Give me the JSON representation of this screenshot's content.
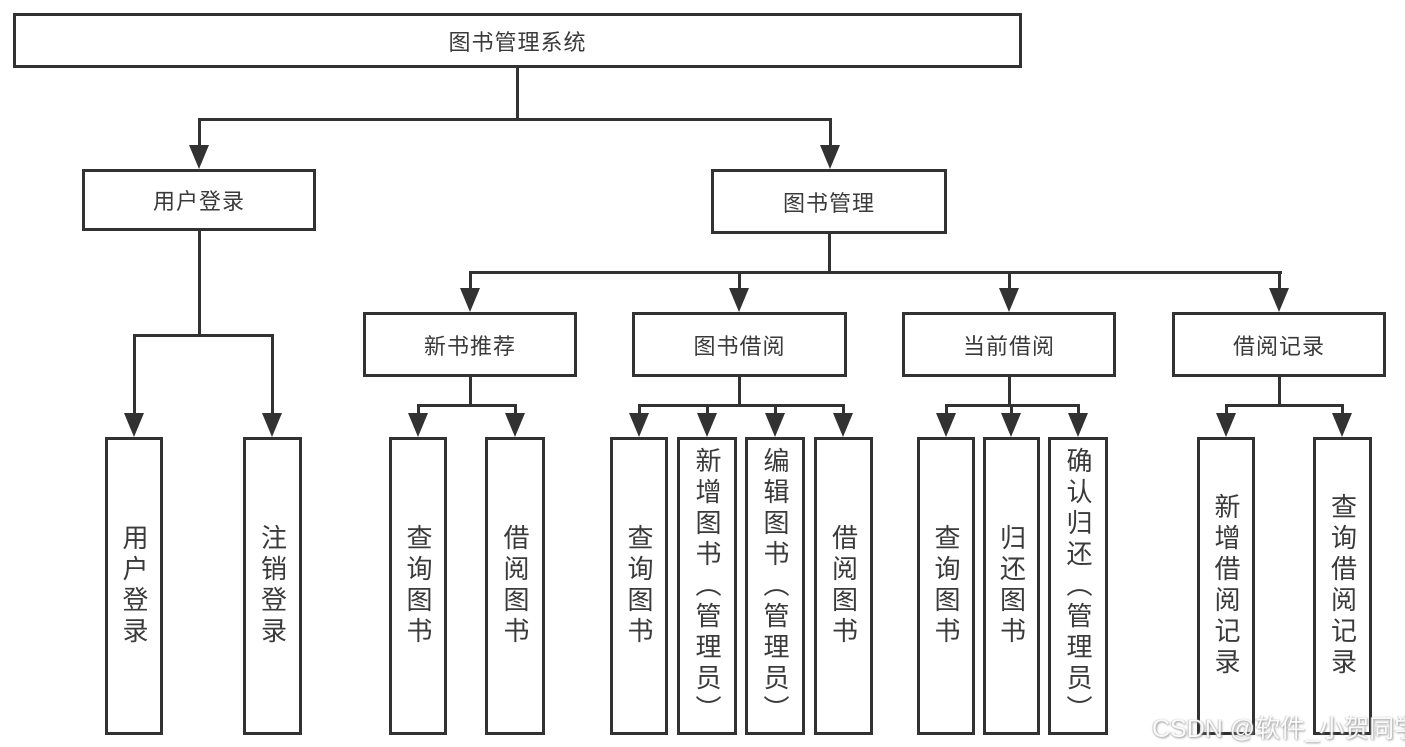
{
  "colors": {
    "line": "#323232",
    "text": "#3a3a3a",
    "background": "#ffffff"
  },
  "diagram": {
    "root": {
      "label": "图书管理系统"
    },
    "branches": {
      "user_login": {
        "label": "用户登录",
        "leaves": [
          "用户登录",
          "注销登录"
        ]
      },
      "book_management": {
        "label": "图书管理",
        "sections": {
          "new_books": {
            "label": "新书推荐",
            "leaves": [
              "查询图书",
              "借阅图书"
            ]
          },
          "book_borrow": {
            "label": "图书借阅",
            "leaves": [
              "查询图书",
              "新增图书（管理员）",
              "编辑图书（管理员）",
              "借阅图书"
            ]
          },
          "current_borrow": {
            "label": "当前借阅",
            "leaves": [
              "查询图书",
              "归还图书",
              "确认归还（管理员）"
            ]
          },
          "borrow_records": {
            "label": "借阅记录",
            "leaves": [
              "新增借阅记录",
              "查询借阅记录"
            ]
          }
        }
      }
    }
  },
  "watermark": {
    "text": "CSDN @软件_小贺同学"
  }
}
